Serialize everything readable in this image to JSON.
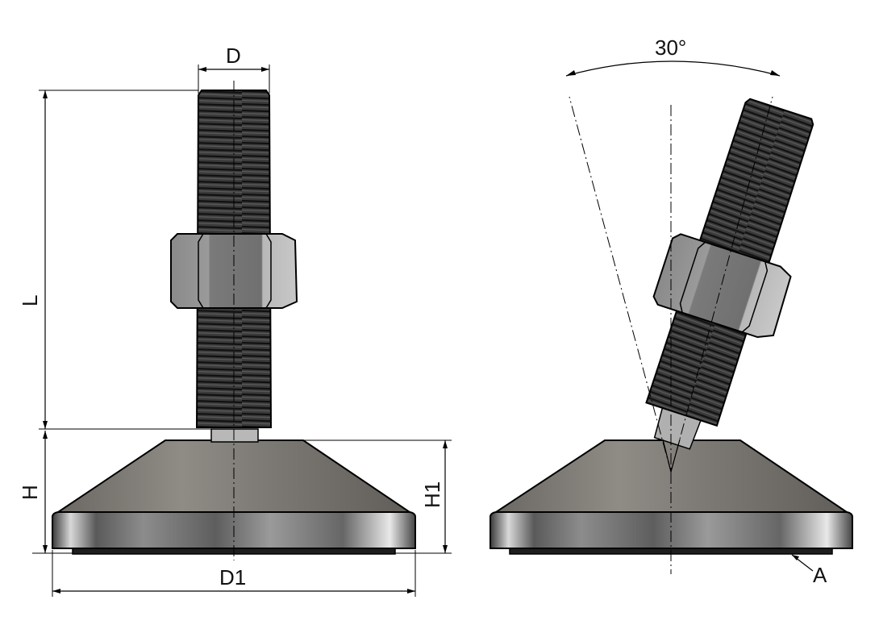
{
  "labels": {
    "D": "D",
    "L": "L",
    "H": "H",
    "H1": "H1",
    "D1": "D1",
    "angle": "30°",
    "A": "A"
  }
}
